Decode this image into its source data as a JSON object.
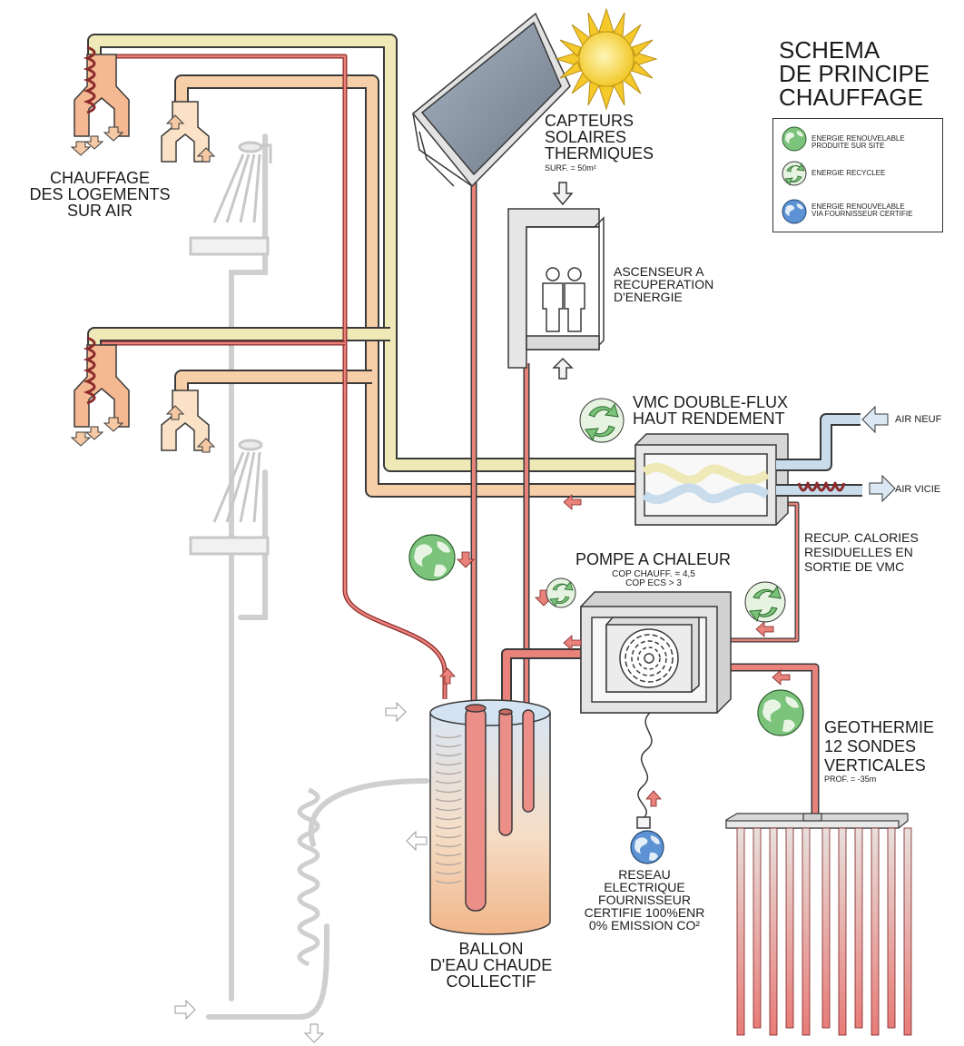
{
  "title": "SCHEMA\nDE PRINCIPE\nCHAUFFAGE",
  "legend": [
    {
      "icon": "globe-green-icon",
      "text": "ENERGIE RENOUVELABLE\nPRODUITE SUR SITE"
    },
    {
      "icon": "recycle-icon",
      "text": "ENERGIE RECYCLEE"
    },
    {
      "icon": "globe-blue-icon",
      "text": "ENERGIE RENOUVELABLE\nVIA FOURNISSEUR CERTIFIE"
    }
  ],
  "labels": {
    "solar": "CAPTEURS\nSOLAIRES\nTHERMIQUES",
    "solar_sub": "SURF. = 50m²",
    "air_heating": "CHAUFFAGE\nDES LOGEMENTS\nSUR AIR",
    "elevator": "ASCENSEUR A\nRECUPERATION\nD'ENERGIE",
    "vmc": "VMC DOUBLE-FLUX\nHAUT RENDEMENT",
    "air_neuf": "AIR NEUF",
    "air_vicie": "AIR VICIE",
    "recup": "RECUP. CALORIES\nRESIDUELLES EN\nSORTIE DE VMC",
    "heat_pump": "POMPE A CHALEUR",
    "heat_pump_sub": "COP CHAUFF. = 4,5\nCOP ECS > 3",
    "geo": "GEOTHERMIE\n12 SONDES\nVERTICALES",
    "geo_sub": "PROF. = -35m",
    "tank": "BALLON\nD'EAU CHAUDE\nCOLLECTIF",
    "grid": "RESEAU\nELECTRIQUE\nFOURNISSEUR\nCERTIFIE 100%ENR\n0% EMISSION CO²"
  },
  "colors": {
    "hot_pipe": "#e8827a",
    "hot_pipe_dark": "#9a3030",
    "cream_pipe": "#efe9b8",
    "peach_pipe": "#f6cfa8",
    "air_blue": "#c9dcec",
    "outline": "#3a3a3a",
    "panel": "#d8d8d8",
    "globe_green": "#6ab86a",
    "globe_blue": "#4a7fc4",
    "sun": "#f5d23a",
    "faded": "#cfcfcf"
  }
}
